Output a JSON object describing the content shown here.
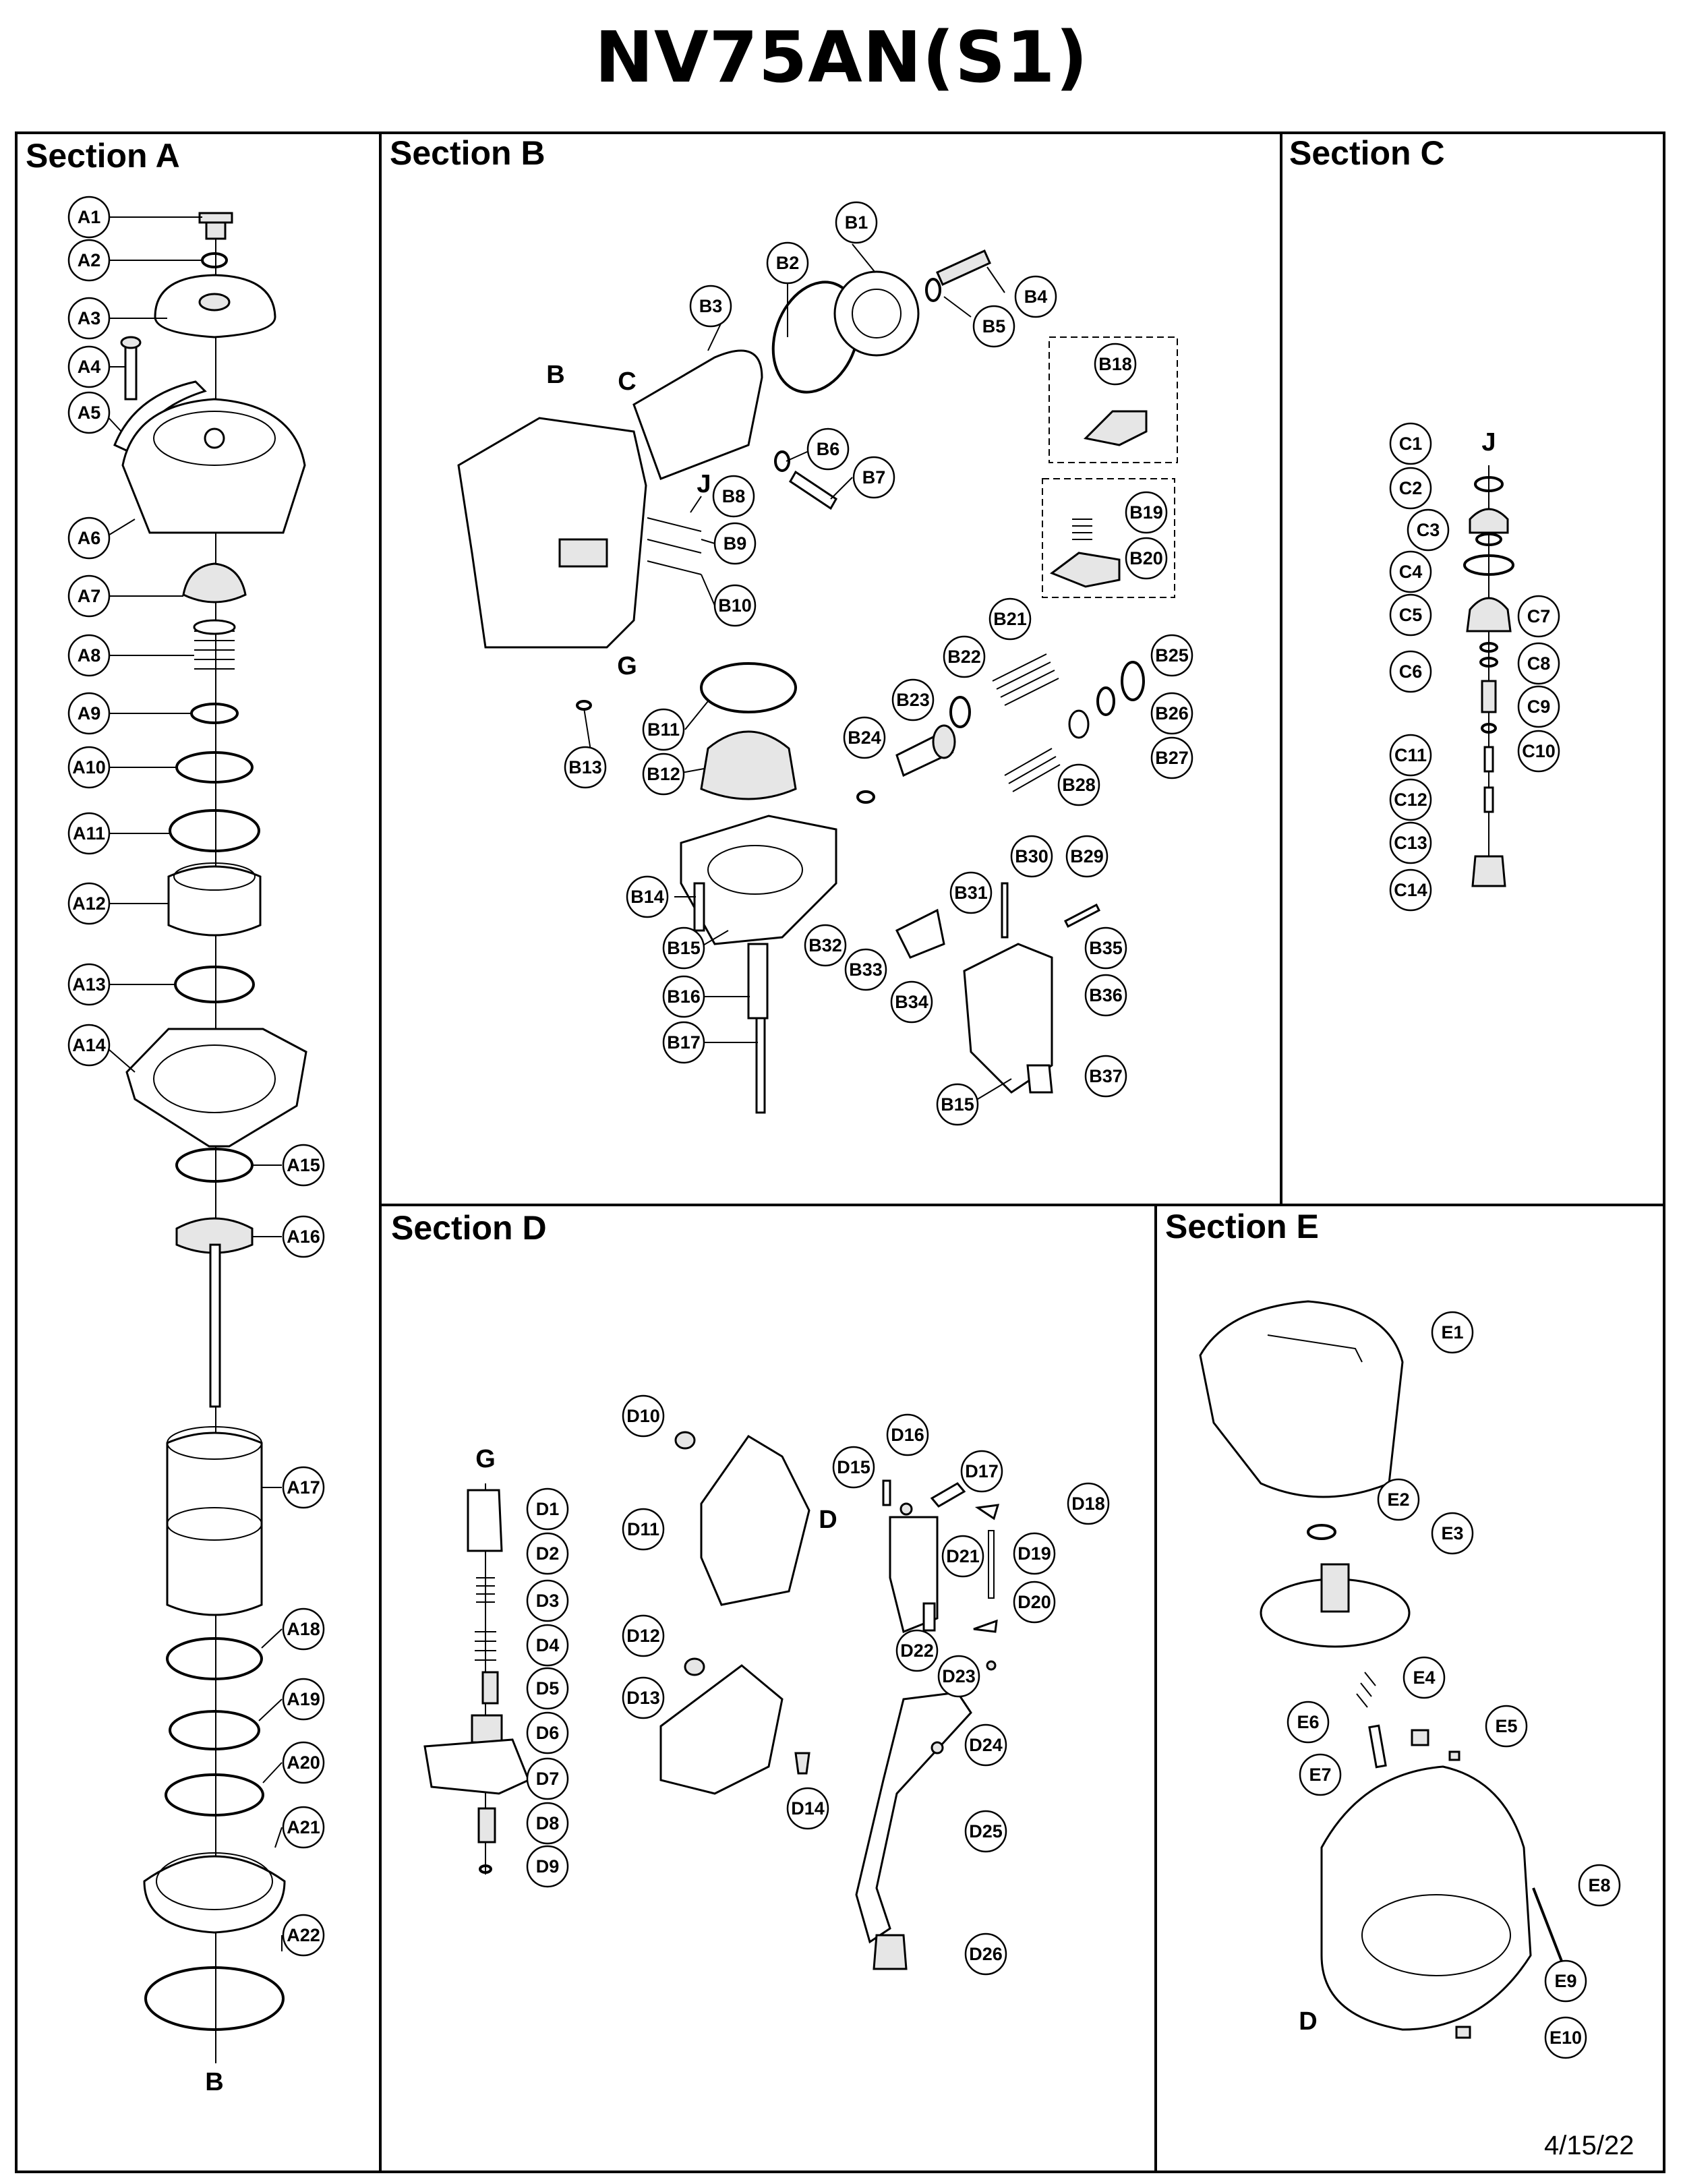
{
  "title": "NV75AN(S1)",
  "date": "4/15/22",
  "sections": [
    {
      "id": "A",
      "label": "Section A"
    },
    {
      "id": "B",
      "label": "Section B"
    },
    {
      "id": "C",
      "label": "Section C"
    },
    {
      "id": "D",
      "label": "Section D"
    },
    {
      "id": "E",
      "label": "Section E"
    }
  ],
  "callouts": {
    "A": [
      "A1",
      "A2",
      "A3",
      "A4",
      "A5",
      "A6",
      "A7",
      "A8",
      "A9",
      "A10",
      "A11",
      "A12",
      "A13",
      "A14",
      "A15",
      "A16",
      "A17",
      "A18",
      "A19",
      "A20",
      "A21",
      "A22"
    ],
    "B": [
      "B1",
      "B2",
      "B3",
      "B4",
      "B5",
      "B6",
      "B7",
      "B8",
      "B9",
      "B10",
      "B11",
      "B12",
      "B13",
      "B14",
      "B15",
      "B16",
      "B17",
      "B18",
      "B19",
      "B20",
      "B21",
      "B22",
      "B23",
      "B24",
      "B25",
      "B26",
      "B27",
      "B28",
      "B29",
      "B30",
      "B31",
      "B32",
      "B33",
      "B34",
      "B35",
      "B36",
      "B37",
      "B15"
    ],
    "C": [
      "C1",
      "C2",
      "C3",
      "C4",
      "C5",
      "C6",
      "C7",
      "C8",
      "C9",
      "C10",
      "C11",
      "C12",
      "C13",
      "C14"
    ],
    "D": [
      "D1",
      "D2",
      "D3",
      "D4",
      "D5",
      "D6",
      "D7",
      "D8",
      "D9",
      "D10",
      "D11",
      "D12",
      "D13",
      "D14",
      "D15",
      "D16",
      "D17",
      "D18",
      "D19",
      "D20",
      "D21",
      "D22",
      "D23",
      "D24",
      "D25",
      "D26"
    ],
    "E": [
      "E1",
      "E2",
      "E3",
      "E4",
      "E5",
      "E6",
      "E7",
      "E8",
      "E9",
      "E10"
    ]
  },
  "connection_letters": {
    "A": [
      "B"
    ],
    "B": [
      "B",
      "C",
      "J",
      "G"
    ],
    "C": [
      "J"
    ],
    "D": [
      "G",
      "D"
    ],
    "E": [
      "D"
    ]
  }
}
